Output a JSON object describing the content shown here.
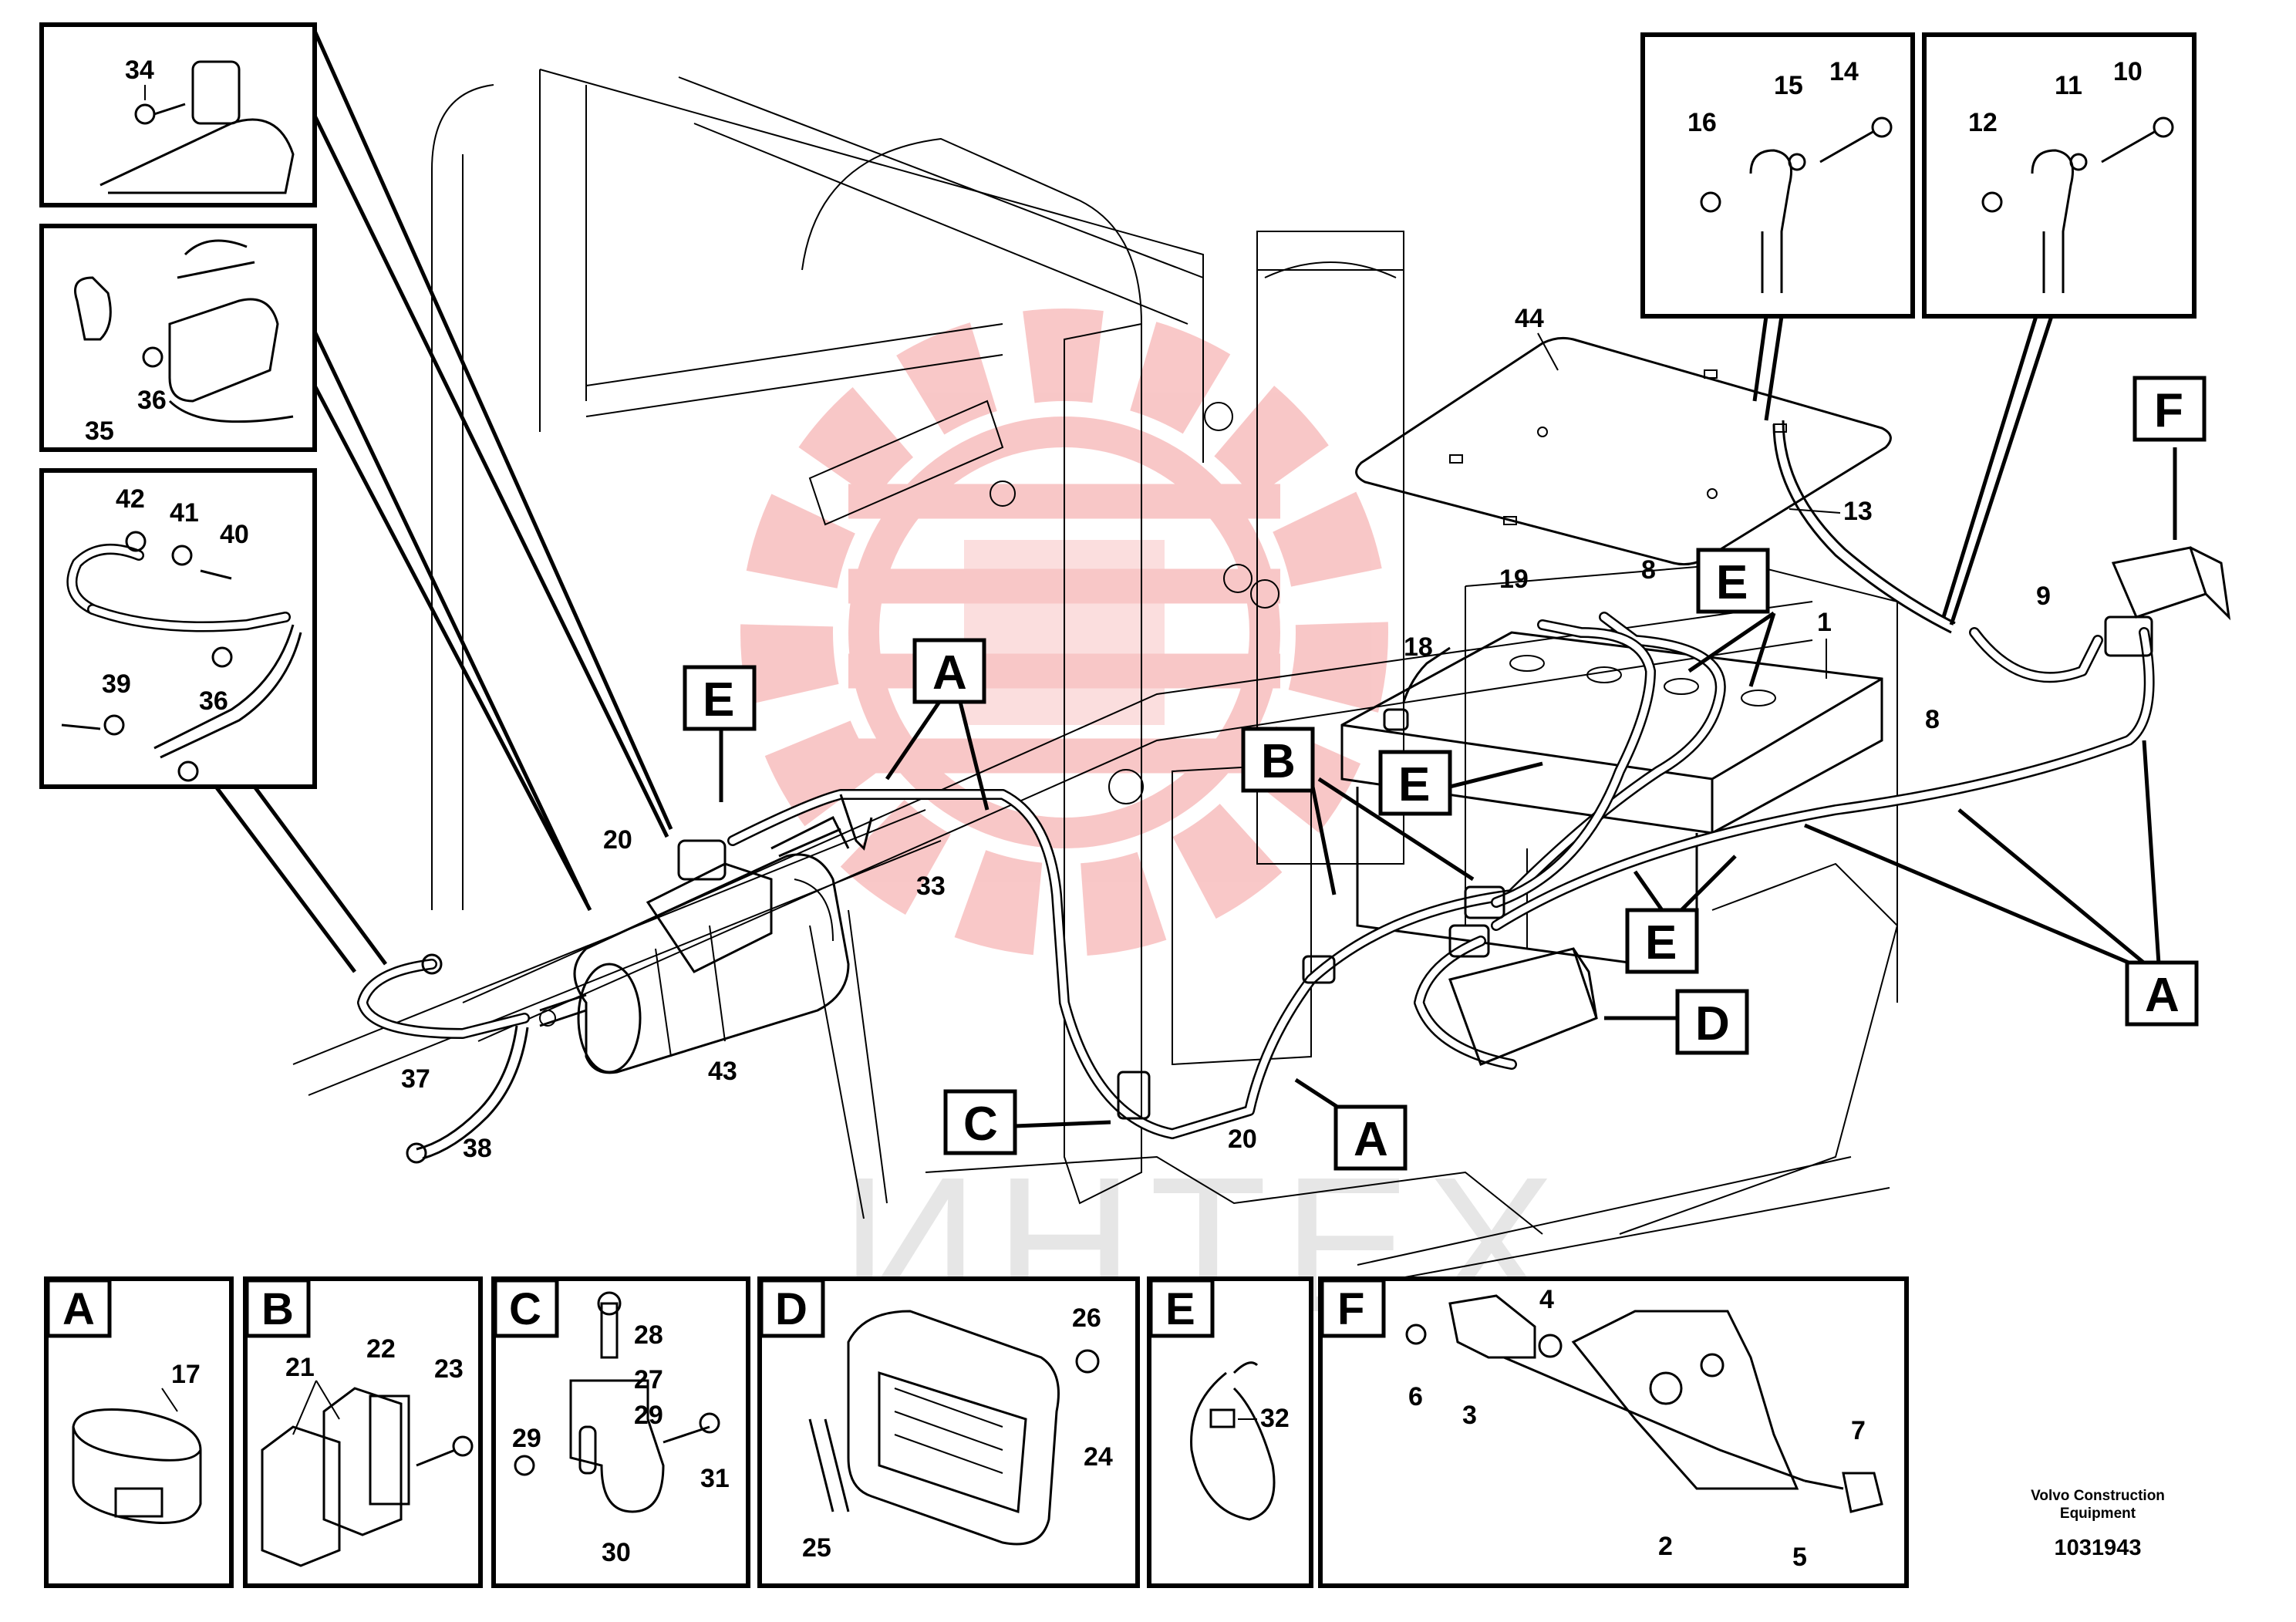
{
  "diagram": {
    "watermark_text": "ИНТЕХ",
    "credit": {
      "line1": "Volvo Construction",
      "line2": "Equipment",
      "doc_number": "1031943"
    },
    "callouts": {
      "c1": "1",
      "c8a": "8",
      "c8b": "8",
      "c9": "9",
      "c10": "10",
      "c11": "11",
      "c12": "12",
      "c13": "13",
      "c14": "14",
      "c15": "15",
      "c16": "16",
      "c18": "18",
      "c19": "19",
      "c20a": "20",
      "c20b": "20",
      "c33": "33",
      "c34": "34",
      "c35": "35",
      "c36a": "36",
      "c36b": "36",
      "c37": "37",
      "c38": "38",
      "c39": "39",
      "c40": "40",
      "c41": "41",
      "c42": "42",
      "c43": "43",
      "c44": "44"
    },
    "letter_callouts": {
      "E1": "E",
      "A1": "A",
      "B1": "B",
      "E2": "E",
      "E3": "E",
      "E4": "E",
      "D1": "D",
      "C1": "C",
      "A2": "A",
      "A3": "A",
      "F1": "F"
    },
    "detail_panels": [
      {
        "letter": "A",
        "parts": [
          "17"
        ]
      },
      {
        "letter": "B",
        "parts": [
          "21",
          "22",
          "23"
        ]
      },
      {
        "letter": "C",
        "parts": [
          "28",
          "27",
          "29",
          "29",
          "31",
          "30"
        ]
      },
      {
        "letter": "D",
        "parts": [
          "26",
          "24",
          "25"
        ]
      },
      {
        "letter": "E",
        "parts": [
          "32"
        ]
      },
      {
        "letter": "F",
        "parts": [
          "4",
          "6",
          "3",
          "7",
          "2",
          "5"
        ]
      }
    ],
    "colors": {
      "line": "#000000",
      "watermark_logo": "#e83a3a"
    }
  }
}
